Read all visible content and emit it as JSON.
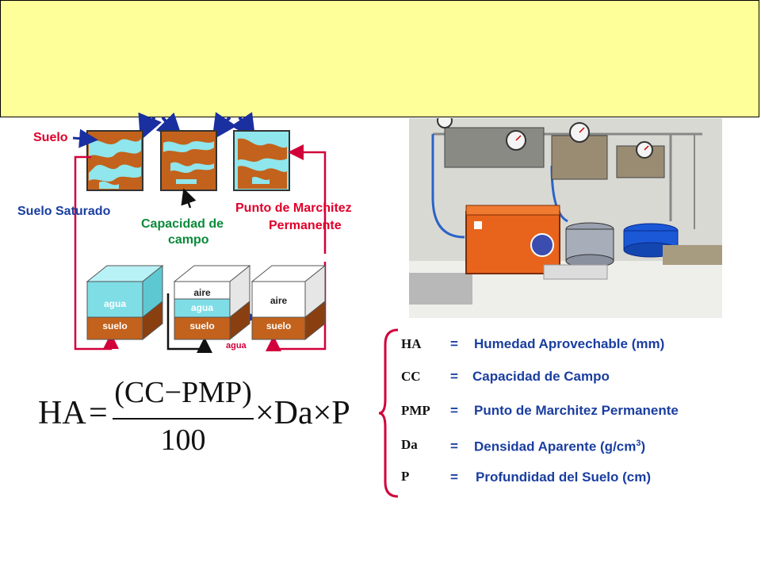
{
  "diagram": {
    "labels": {
      "suelo": "Suelo",
      "suelo_saturado": "Suelo Saturado",
      "capacidad_de_campo_1": "Capacidad de",
      "capacidad_de_campo_2": "campo",
      "punto_marchitez_1": "Punto de Marchitez",
      "punto_marchitez_2": "Permanente",
      "agua_bottom": "agua"
    },
    "blocks": [
      {
        "top": "agua",
        "bottom": "suelo"
      },
      {
        "top": "aire",
        "middle": "agua",
        "bottom": "suelo"
      },
      {
        "top": "aire",
        "bottom": "suelo"
      }
    ],
    "colors": {
      "soil": "#c2621c",
      "water": "#8fe6ec",
      "air": "#ffffff",
      "arrow_blue": "#1a2fa0",
      "arrow_red": "#d1003a",
      "frame_gray": "#555555"
    }
  },
  "photo": {
    "label": "Pressure plate apparatus photo",
    "icons": [
      "pressure-gauge-icon",
      "compressor-icon",
      "pressure-pot-icon"
    ]
  },
  "formula": {
    "lhs": "HA",
    "equals": "=",
    "numerator": "(CC−PMP)",
    "denominator": "100",
    "tail": "×Da×P"
  },
  "legend": [
    {
      "abbr": "HA",
      "eq": "=",
      "def": "Humedad  Aprovechable  (mm)"
    },
    {
      "abbr": "CC",
      "eq": "=",
      "def": "Capacidad de Campo"
    },
    {
      "abbr": "PMP",
      "eq": "=",
      "def": "Punto de Marchitez Permanente"
    },
    {
      "abbr": "Da",
      "eq": "=",
      "def": "Densidad Aparente (g/cm",
      "sup": "3",
      "def_end": ")"
    },
    {
      "abbr": "P",
      "eq": "=",
      "def": "Profundidad del Suelo (cm)"
    }
  ]
}
